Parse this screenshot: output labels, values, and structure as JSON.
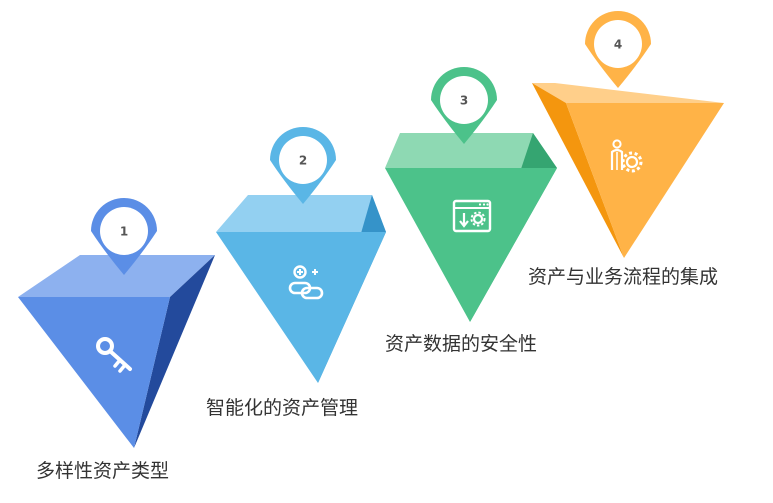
{
  "steps": [
    {
      "number": "1",
      "label": "多样性资产类型",
      "icon": "key-icon",
      "color_front": "#5b8ee6",
      "color_top": "#8db1ef",
      "color_side": "#234a9c",
      "color_pin": "#5b8ee6"
    },
    {
      "number": "2",
      "label": "智能化的资产管理",
      "icon": "link-plus-icon",
      "color_front": "#5ab6e6",
      "color_top": "#93d0f1",
      "color_side": "#3593c9",
      "color_pin": "#5ab6e6"
    },
    {
      "number": "3",
      "label": "资产数据的安全性",
      "icon": "download-settings-icon",
      "color_front": "#4cc28a",
      "color_top": "#8ed9b3",
      "color_side": "#35a571",
      "color_pin": "#4cc28a"
    },
    {
      "number": "4",
      "label": "资产与业务流程的集成",
      "icon": "person-gear-icon",
      "color_front": "#ffb347",
      "color_top": "#ffcf8a",
      "color_side": "#f4960e",
      "color_pin": "#ffb347"
    }
  ]
}
